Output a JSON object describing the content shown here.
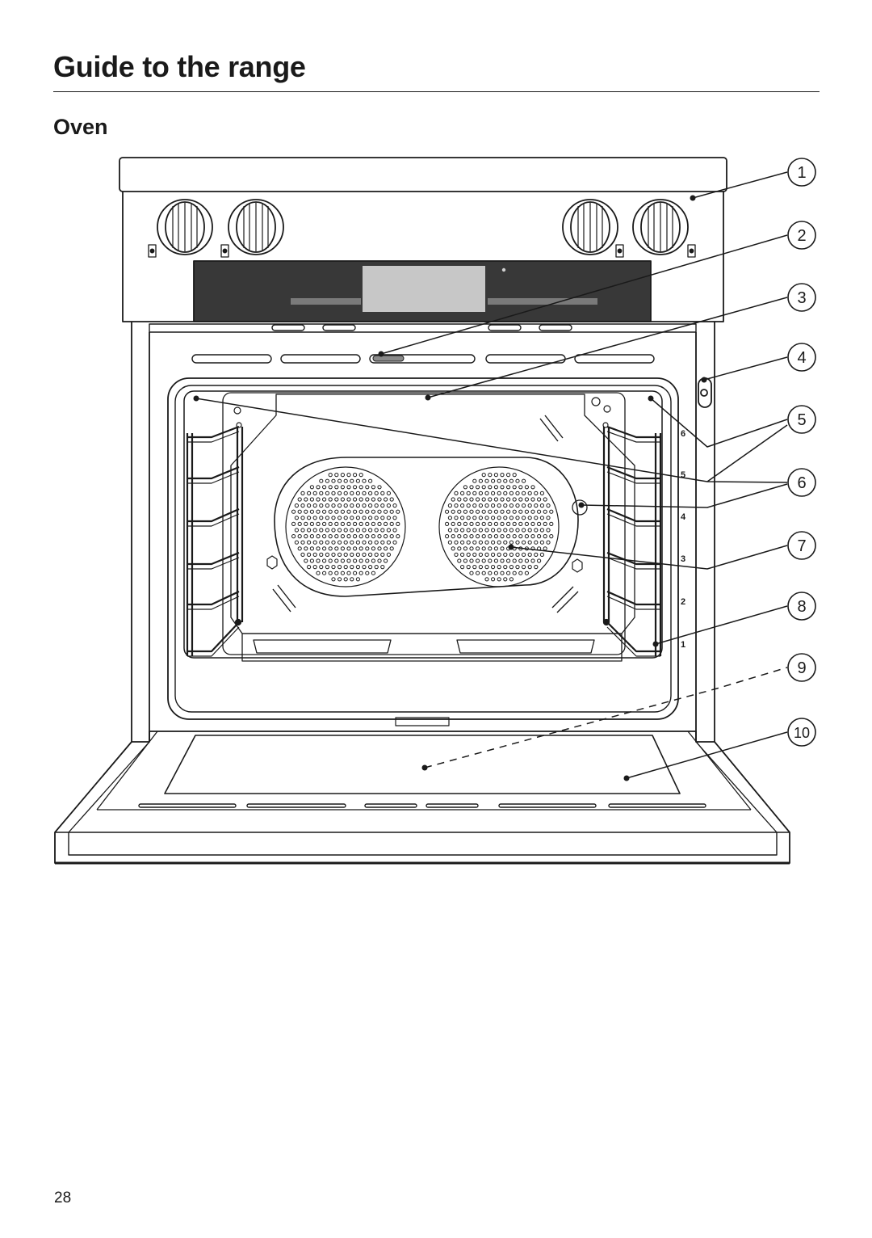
{
  "header": {
    "title": "Guide to the range"
  },
  "section": {
    "title": "Oven"
  },
  "diagram": {
    "callouts": [
      "1",
      "2",
      "3",
      "4",
      "5",
      "6",
      "7",
      "8",
      "9",
      "10"
    ],
    "shelf_levels": [
      "6",
      "5",
      "4",
      "3",
      "2",
      "1"
    ]
  },
  "footer": {
    "page_number": "28"
  }
}
